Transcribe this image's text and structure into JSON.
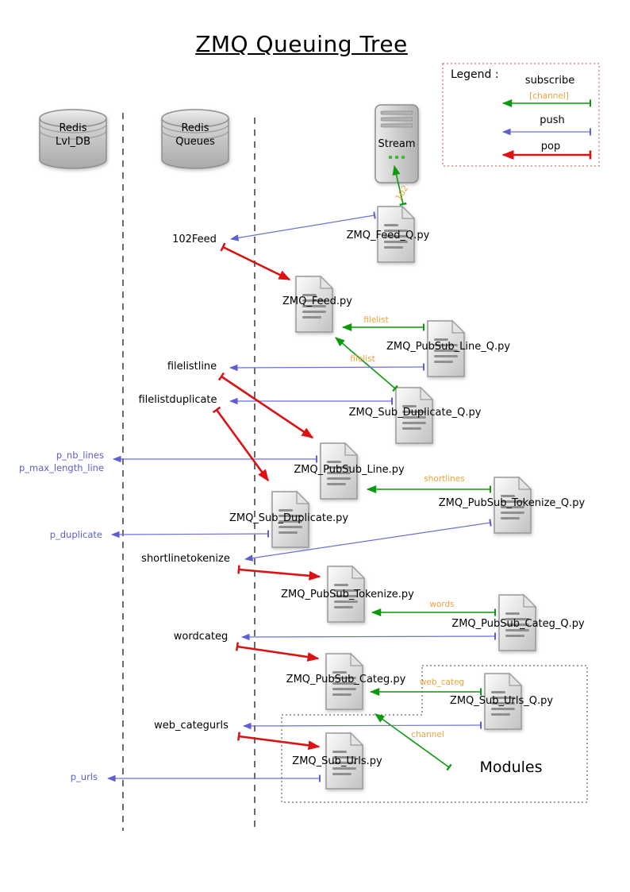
{
  "title": "ZMQ Queuing Tree",
  "legend": {
    "heading": "Legend :",
    "subscribe_label": "subscribe",
    "channel_tag": "[channel]",
    "push_label": "push",
    "pop_label": "pop"
  },
  "databases": {
    "lvl_db": "Redis\nLvl_DB",
    "queues": "Redis\nQueues"
  },
  "server": {
    "label": "Stream"
  },
  "files": {
    "feed_q": "ZMQ_Feed_Q.py",
    "feed": "ZMQ_Feed.py",
    "pubsub_line_q": "ZMQ_PubSub_Line_Q.py",
    "sub_duplicate_q": "ZMQ_Sub_Duplicate_Q.py",
    "pubsub_line": "ZMQ_PubSub_Line.py",
    "pubsub_tokenize_q": "ZMQ_PubSub_Tokenize_Q.py",
    "sub_duplicate": "ZMQ_Sub_Duplicate.py",
    "pubsub_tokenize": "ZMQ_PubSub_Tokenize.py",
    "pubsub_categ_q": "ZMQ_PubSub_Categ_Q.py",
    "pubsub_categ": "ZMQ_PubSub_Categ.py",
    "sub_urls_q": "ZMQ_Sub_Urls_Q.py",
    "sub_urls": "ZMQ_Sub_Urls.py"
  },
  "queues": {
    "feed": "102Feed",
    "filelistline": "filelistline",
    "filelistduplicate": "filelistduplicate",
    "shortlinetokenize": "shortlinetokenize",
    "wordcateg": "wordcateg",
    "web_categurls": "web_categurls"
  },
  "params": {
    "p_nb_lines": "p_nb_lines",
    "p_max_length_line": "p_max_length_line",
    "p_duplicate": "p_duplicate",
    "p_urls": "p_urls"
  },
  "channels": {
    "feed": "102",
    "filelist_upper": "filelist",
    "filelist_lower": "filelist",
    "shortlines": "shortlines",
    "words": "words",
    "web_categ": "web_categ",
    "modules_channel": "channel"
  },
  "modules_label": "Modules",
  "colors": {
    "subscribe": "#0a9a0a",
    "push": "#6e6ed6",
    "pop": "#dd1111",
    "channel_text": "#eda33b",
    "legend_border": "#c0504d"
  }
}
